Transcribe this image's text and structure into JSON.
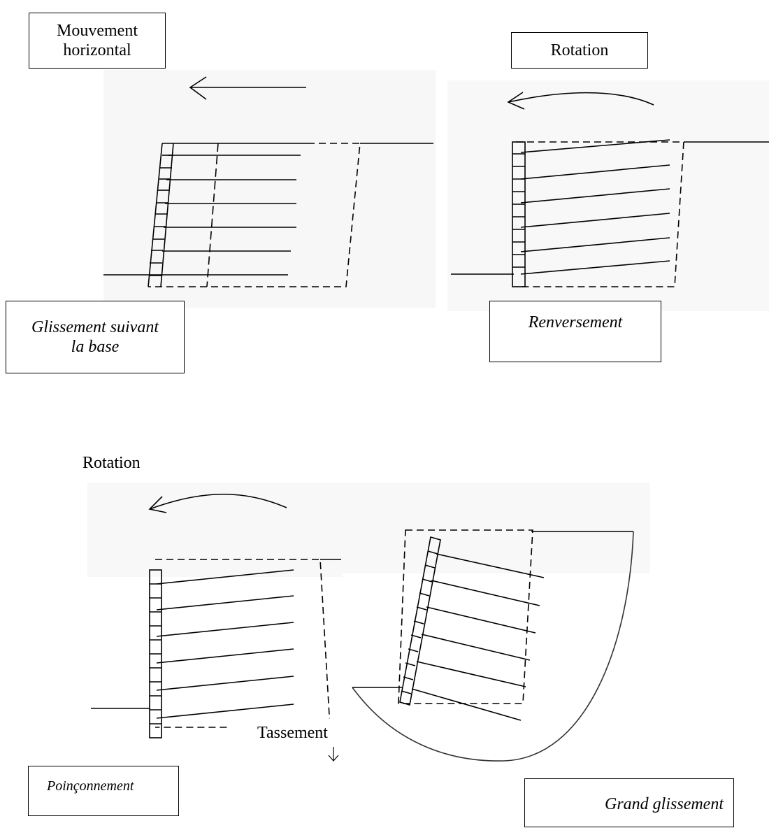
{
  "panels": {
    "top_left": {
      "movement_label": "Mouvement horizontal",
      "mode_label": "Glissement suivant la base"
    },
    "top_right": {
      "movement_label": "Rotation",
      "mode_label": "Renversement"
    },
    "bottom_left": {
      "movement_label": "Rotation",
      "settlement_label": "Tassement",
      "mode_label": "Poinçonnement"
    },
    "bottom_right": {
      "mode_label": "Grand glissement"
    }
  }
}
